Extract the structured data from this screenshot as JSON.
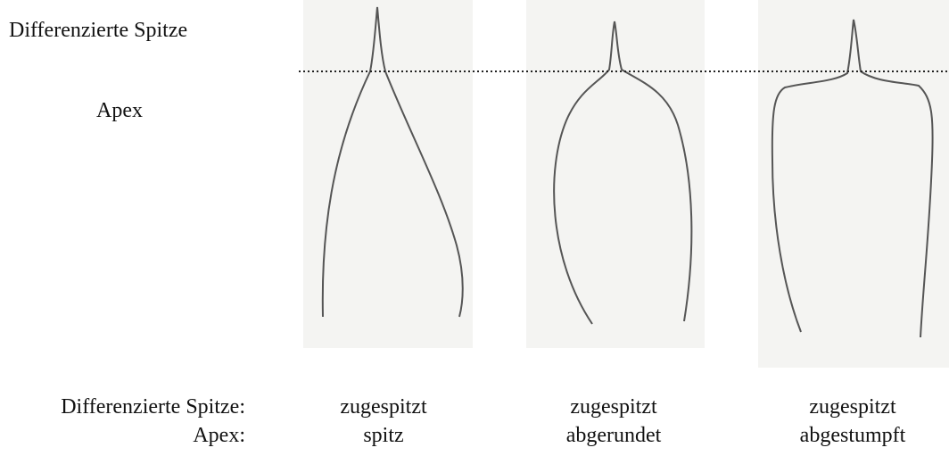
{
  "labels": {
    "tip": "Differenzierte Spitze",
    "apex": "Apex"
  },
  "legend": {
    "tip_label": "Differenzierte Spitze:",
    "apex_label": "Apex:"
  },
  "examples": [
    {
      "tip": "zugespitzt",
      "apex": "spitz"
    },
    {
      "tip": "zugespitzt",
      "apex": "abgerundet"
    },
    {
      "tip": "zugespitzt",
      "apex": "abgestumpft"
    }
  ],
  "colors": {
    "outline": "#555555",
    "paper": "#f4f4f2",
    "divider": "#222222"
  }
}
